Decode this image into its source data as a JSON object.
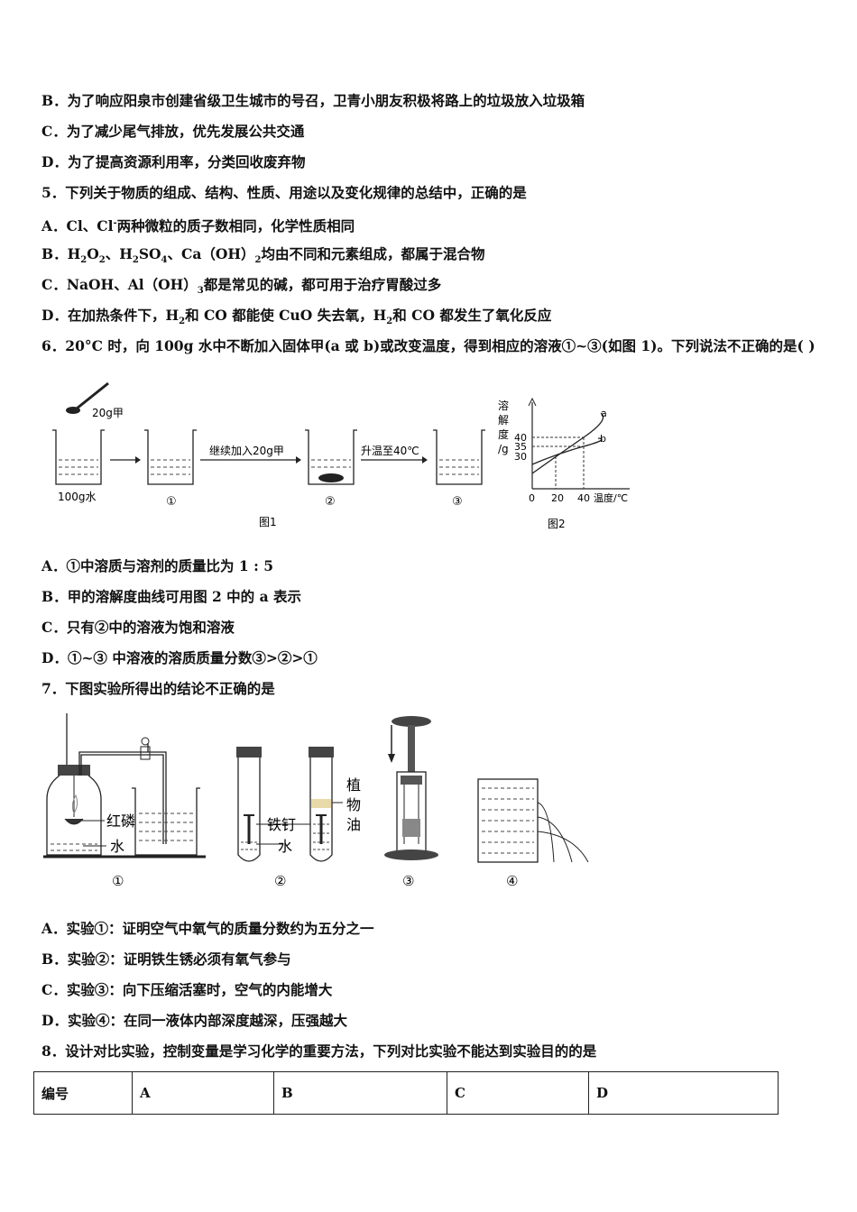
{
  "q4": {
    "optB": "B．为了响应阳泉市创建省级卫生城市的号召，卫青小朋友积极将路上的垃圾放入垃圾箱",
    "optC": "C．为了减少尾气排放，优先发展公共交通",
    "optD": "D．为了提高资源利用率，分类回收废弃物"
  },
  "q5": {
    "stem": "5．下列关于物质的组成、结构、性质、用途以及变化规律的总结中，正确的是",
    "optA_pre": "A．Cl、Cl",
    "optA_sup": "-",
    "optA_post": "两种微粒的质子数相同，化学性质相同",
    "optB_a": "B．H",
    "optB_b": "O",
    "optB_c": "、H",
    "optB_d": "SO",
    "optB_e": "、Ca（OH）",
    "optB_f": "均由不同和元素组成，都属于混合物",
    "sub2": "2",
    "sub4": "4",
    "sub3": "3",
    "optC_a": "C．NaOH、Al（OH）",
    "optC_b": "都是常见的碱，都可用于治疗胃酸过多",
    "optD_a": "D．在加热条件下，H",
    "optD_b": "和 CO 都能使 CuO 失去氧，H",
    "optD_c": "和 CO 都发生了氧化反应"
  },
  "q6": {
    "stem": "6．20°C 时，向 100g 水中不断加入固体甲(a 或 b)或改变温度，得到相应的溶液①~③(如图 1)。下列说法不正确的是( )",
    "fig1": {
      "add20": "20g甲",
      "water": "100g水",
      "b1": "①",
      "continue": "继续加入20g甲",
      "b2": "②",
      "heat": "升温至40℃",
      "b3": "③",
      "caption": "图1"
    },
    "fig2": {
      "ylabel_1": "溶",
      "ylabel_2": "解",
      "ylabel_3": "度",
      "ylabel_4": "/g",
      "y40": "40",
      "y35": "35",
      "y30": "30",
      "x0": "0",
      "x20": "20",
      "x40": "40",
      "xlabel": "温度/℃",
      "series_a": "a",
      "series_b": "b",
      "caption": "图2"
    },
    "optA": "A．①中溶质与溶剂的质量比为 1 : 5",
    "optB": "B．甲的溶解度曲线可用图 2 中的 a 表示",
    "optC": "C．只有②中的溶液为饱和溶液",
    "optD": "D．①~③ 中溶液的溶质质量分数③>②>①"
  },
  "q7": {
    "stem": "7．下图实验所得出的结论不正确的是",
    "fig": {
      "red_p": "红磷",
      "water1": "水",
      "nail": "铁钉",
      "water2": "水",
      "oil_1": "植",
      "oil_2": "物",
      "oil_3": "油",
      "n1": "①",
      "n2": "②",
      "n3": "③",
      "n4": "④"
    },
    "optA": "A．实验①：证明空气中氧气的质量分数约为五分之一",
    "optB": "B．实验②：证明铁生锈必须有氧气参与",
    "optC": "C．实验③：向下压缩活塞时，空气的内能增大",
    "optD": "D．实验④：在同一液体内部深度越深，压强越大"
  },
  "q8": {
    "stem": "8．设计对比实验，控制变量是学习化学的重要方法，下列对比实验不能达到实验目的的是",
    "table_header": [
      "编号",
      "A",
      "B",
      "C",
      "D"
    ]
  }
}
